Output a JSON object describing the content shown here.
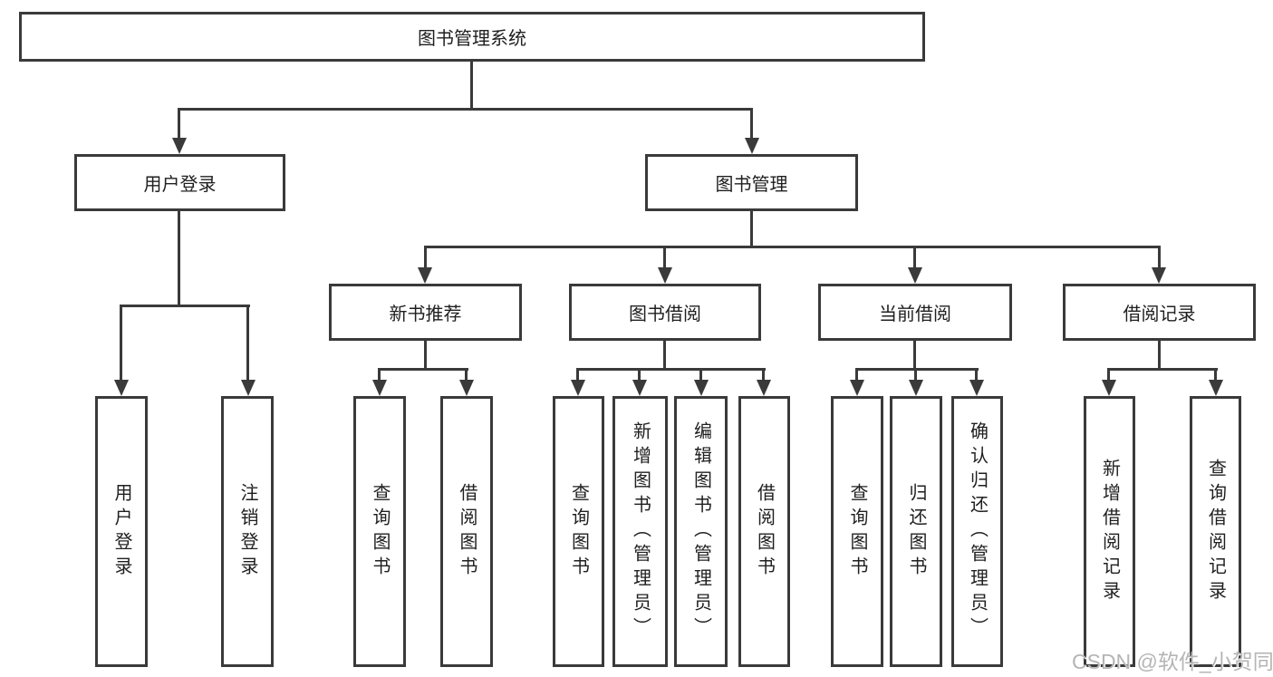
{
  "colors": {
    "background": "#ffffff",
    "line": "#3a3a3a",
    "box_border": "#3a3a3a",
    "box_background": "#ffffff",
    "text": "#1f1f1f",
    "watermark": "#b5b5b5"
  },
  "nodes": {
    "root": "图书管理系统",
    "user_login": "用户登录",
    "book_mgmt": "图书管理",
    "new_book_rec": "新书推荐",
    "book_borrow": "图书借阅",
    "current_borrow": "当前借阅",
    "borrow_record": "借阅记录",
    "ul_children": [
      "用户登录",
      "注销登录"
    ],
    "nb_children": [
      "查询图书",
      "借阅图书"
    ],
    "bb_children": [
      "查询图书",
      "新增图书（管理员）",
      "编辑图书（管理员）",
      "借阅图书"
    ],
    "cb_children": [
      "查询图书",
      "归还图书",
      "确认归还（管理员）"
    ],
    "br_children": [
      "新增借阅记录",
      "查询借阅记录"
    ]
  },
  "watermark": "CSDN @软件_小贺同学"
}
